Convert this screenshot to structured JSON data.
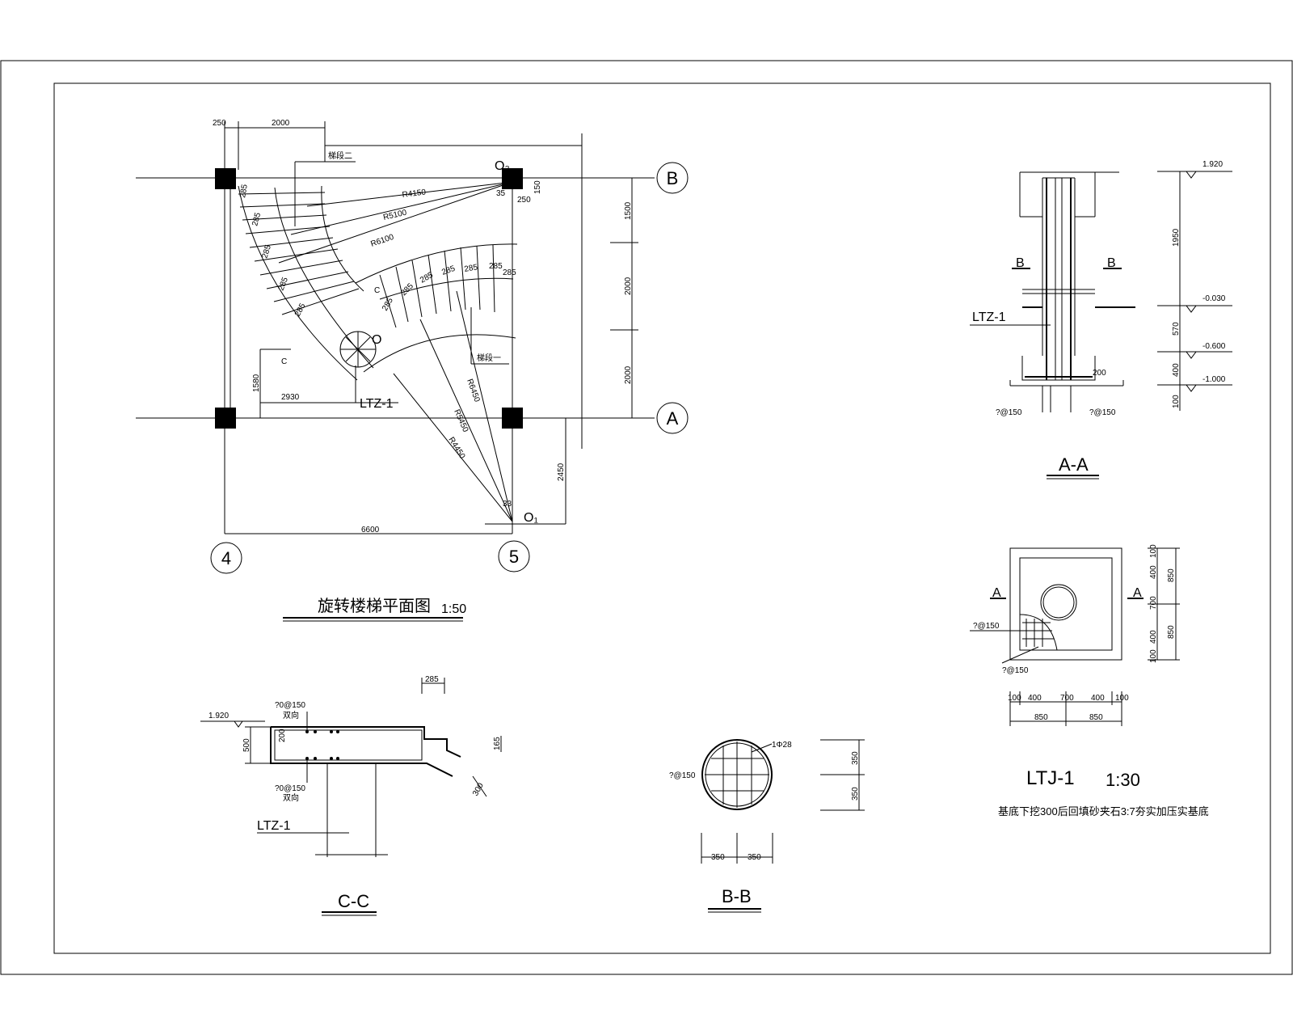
{
  "plan": {
    "title": "旋转楼梯平面图",
    "scale": "1:50",
    "grid": {
      "row_b": "B",
      "row_a": "A",
      "col_4": "4",
      "col_5": "5"
    },
    "centers": {
      "o": "O",
      "o1": "O₁",
      "o2": "O₂"
    },
    "column_label": "LTZ-1",
    "landing_label": "梯段二",
    "flight_label": "梯段一",
    "section_mark": "C",
    "step": "285",
    "radii": [
      "R4150",
      "R5100",
      "R6100",
      "R6450",
      "R5450",
      "R4450"
    ],
    "dims": {
      "d250_left": "250",
      "d2000_top": "2000",
      "d250_col": "250",
      "d150_col": "150",
      "d1500": "1500",
      "d2000_a": "2000",
      "d2000_b": "2000",
      "d2450": "2450",
      "d1580": "1580",
      "d2930": "2930",
      "d6600": "6600",
      "d33": "33",
      "d35": "35"
    }
  },
  "section_aa": {
    "title": "A-A",
    "column_label": "LTZ-1",
    "cut_mark": "B",
    "rebar_left": "?@150",
    "rebar_right": "?@150",
    "dim_200": "200",
    "elevations": [
      "1.920",
      "-0.030",
      "-0.600",
      "-1.000"
    ],
    "heights": [
      "1950",
      "570",
      "400",
      "100"
    ]
  },
  "footing": {
    "title": "LTJ-1",
    "scale": "1:30",
    "cut_mark": "A",
    "rebar_1": "?@150",
    "rebar_2": "?@150",
    "bottom_dims": [
      "100",
      "400",
      "700",
      "400",
      "100"
    ],
    "bottom_totals": [
      "850",
      "850"
    ],
    "side_dims": [
      "100",
      "400",
      "700",
      "400",
      "100"
    ],
    "side_totals": [
      "850",
      "850"
    ],
    "note": "基底下挖300后回填砂夹石3:7夯实加压实基底"
  },
  "section_cc": {
    "title": "C-C",
    "elevation": "1.920",
    "rebar_top": "?0@150",
    "rebar_top_note": "双向",
    "rebar_bottom": "?0@150",
    "rebar_bottom_note": "双向",
    "column_label": "LTZ-1",
    "dims": {
      "d285": "285",
      "d500": "500",
      "d200": "200",
      "d165": "165",
      "d300": "300"
    }
  },
  "section_bb": {
    "title": "B-B",
    "rebar_ring": "1Φ28",
    "rebar_grid": "?@150",
    "dims": {
      "h1": "350",
      "h2": "350",
      "w1": "350",
      "w2": "350"
    }
  }
}
